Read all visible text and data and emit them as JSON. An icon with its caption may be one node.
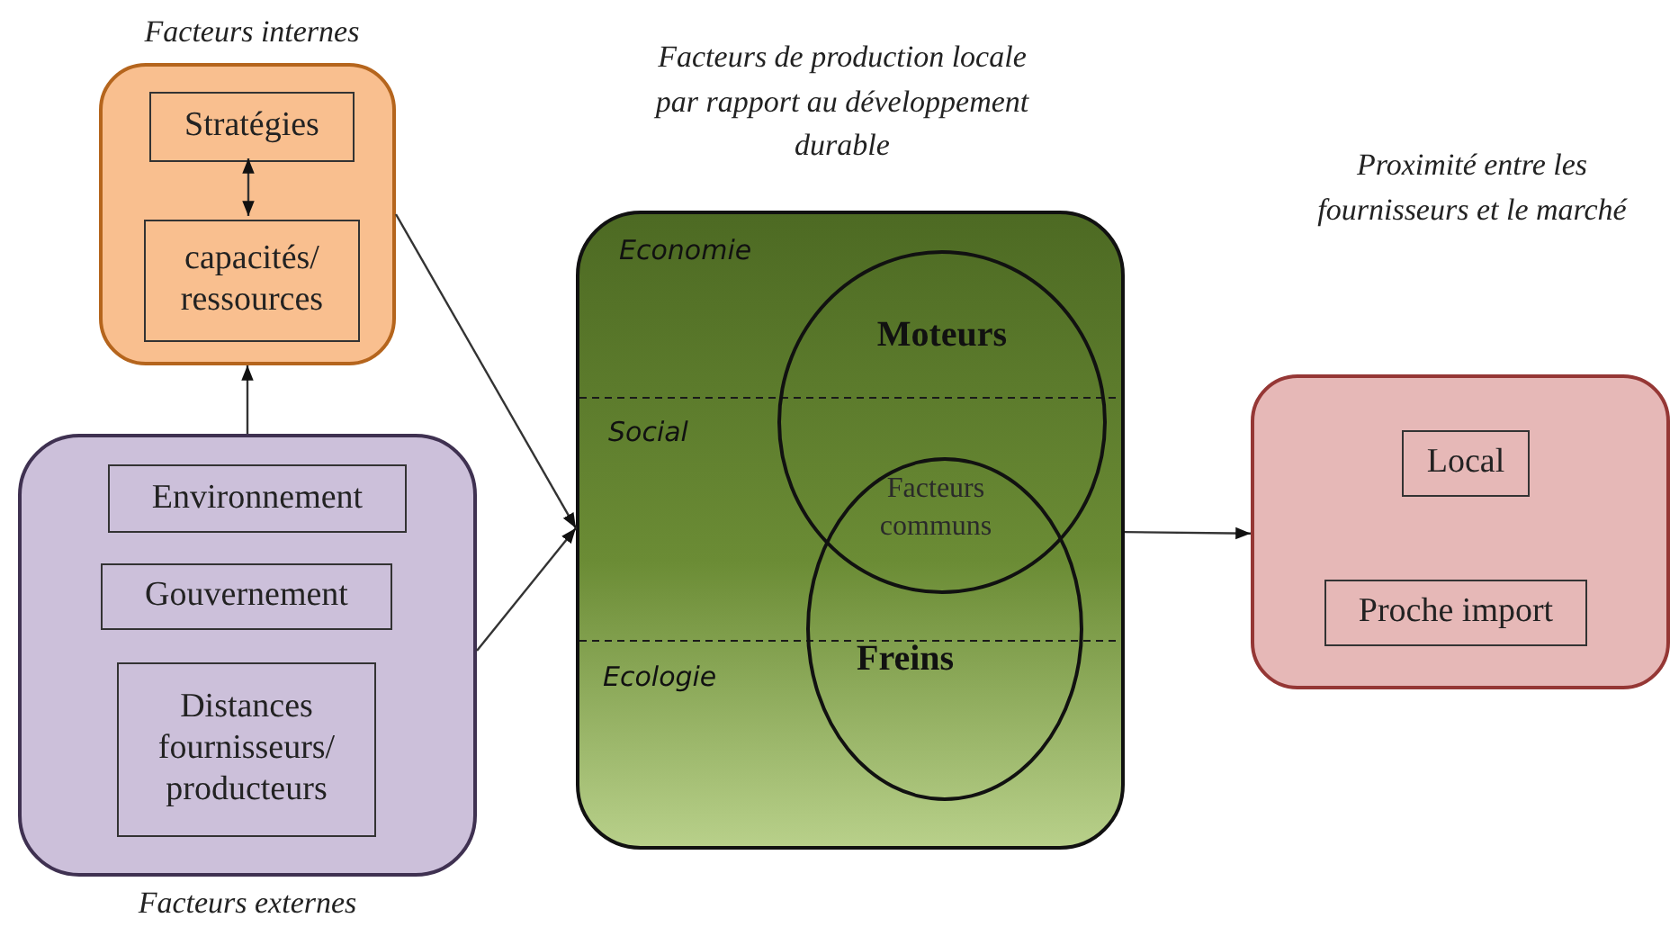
{
  "diagram": {
    "nodes": [
      {
        "text": [
          "Facteurs internes"
        ]
      },
      {
        "text": [
          "Stratégies"
        ],
        "in": 0
      },
      {
        "text": [
          "capacités/ ressources"
        ],
        "in": 0
      },
      {
        "text": [
          "Facteurs externes"
        ]
      },
      {
        "text": [
          "Environnement"
        ],
        "in": 3
      },
      {
        "text": [
          "Gouvernement"
        ],
        "in": 3
      },
      {
        "text": [
          "Distances fournisseurs/ producteurs"
        ],
        "in": 3
      },
      {
        "text": [
          "Facteurs de production locale par rapport au développement durable",
          "Economie",
          "Social",
          "Ecologie"
        ]
      },
      {
        "text": [
          "Moteurs"
        ],
        "in": 7
      },
      {
        "text": [
          "Freins"
        ],
        "in": 7
      },
      {
        "text": [],
        "shape": "box"
      },
      {
        "text": [
          "Local"
        ],
        "in": 10
      },
      {
        "text": [
          "Proche import"
        ],
        "in": 10
      }
    ],
    "edges": [
      {
        "from": 1,
        "to": 2,
        "arrow": "both"
      },
      {
        "from": 3,
        "to": 0,
        "arrow": "to"
      },
      {
        "from": 0,
        "to": 7,
        "arrow": "to"
      },
      {
        "from": 3,
        "to": 7,
        "arrow": "to"
      },
      {
        "from": 7,
        "to": 10,
        "arrow": "to"
      }
    ],
    "labels": [
      "Proximité entre les fournisseurs et le marché",
      "Facteurs communs"
    ]
  }
}
